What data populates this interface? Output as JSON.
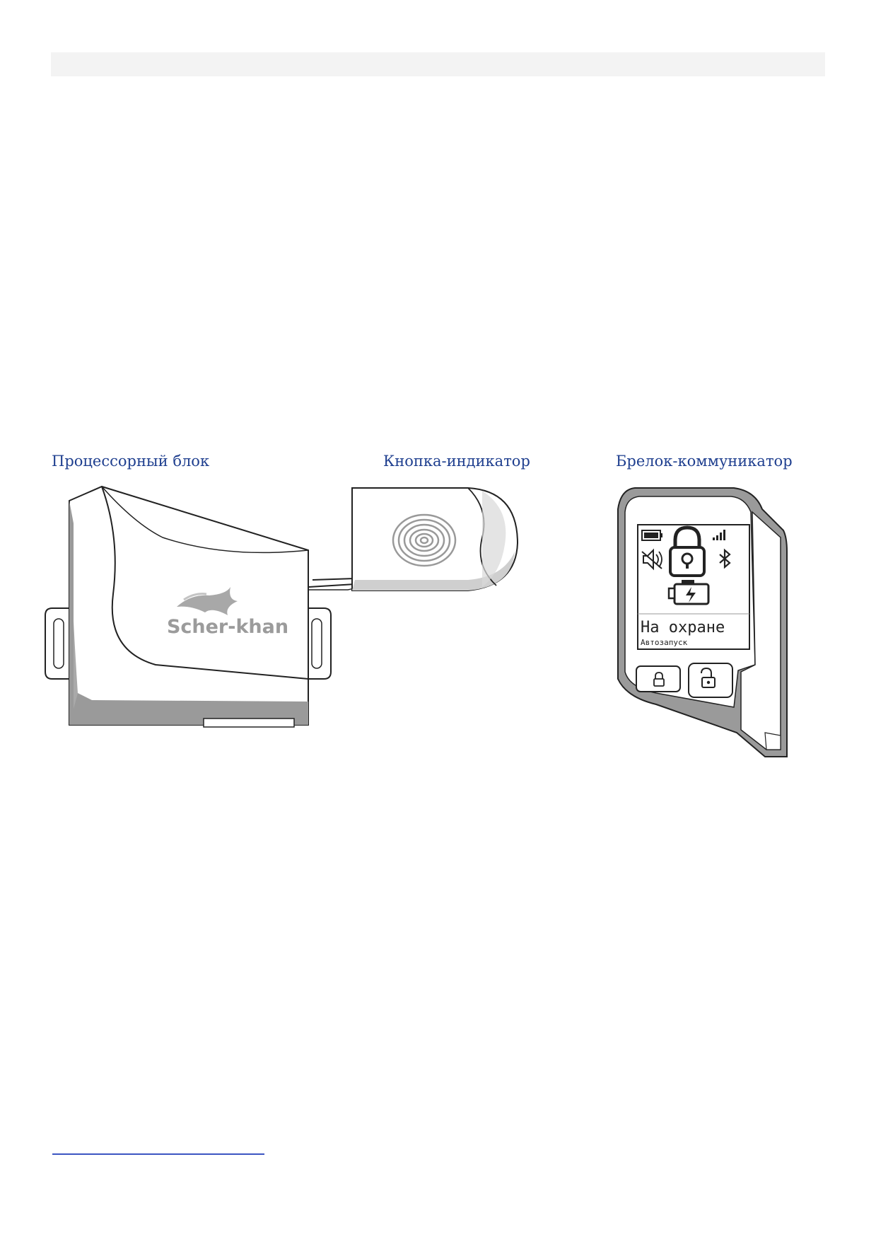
{
  "captions": {
    "processor": "Процессорный блок",
    "button": "Кнопка-индикатор",
    "keyfob": "Брелок-коммуникатор"
  },
  "processor_unit": {
    "logo_text": "Scher-khan"
  },
  "keyfob": {
    "screen_status": "На охране",
    "screen_mode": "Автозапуск"
  },
  "colors": {
    "caption": "#1f3f8f",
    "footnote_rule": "#3b55c2"
  }
}
